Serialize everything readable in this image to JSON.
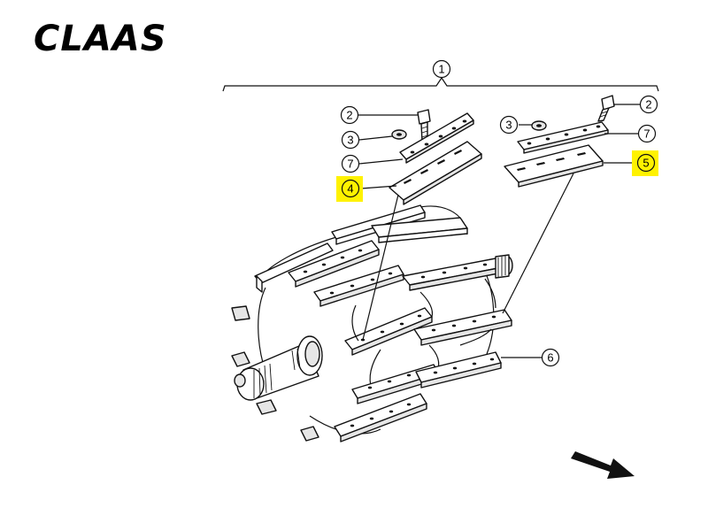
{
  "logo": {
    "text": "CLAAS"
  },
  "callouts": [
    {
      "id": "c1",
      "label": "1",
      "highlight": false
    },
    {
      "id": "c2a",
      "label": "2",
      "highlight": false
    },
    {
      "id": "c3a",
      "label": "3",
      "highlight": false
    },
    {
      "id": "c7a",
      "label": "7",
      "highlight": false
    },
    {
      "id": "c4",
      "label": "4",
      "highlight": true
    },
    {
      "id": "c3b",
      "label": "3",
      "highlight": false
    },
    {
      "id": "c2b",
      "label": "2",
      "highlight": false
    },
    {
      "id": "c7b",
      "label": "7",
      "highlight": false
    },
    {
      "id": "c5",
      "label": "5",
      "highlight": true
    },
    {
      "id": "c6",
      "label": "6",
      "highlight": false
    }
  ],
  "colors": {
    "highlight": "#fff200",
    "ink": "#111111"
  },
  "direction_arrow": "arrow-icon"
}
